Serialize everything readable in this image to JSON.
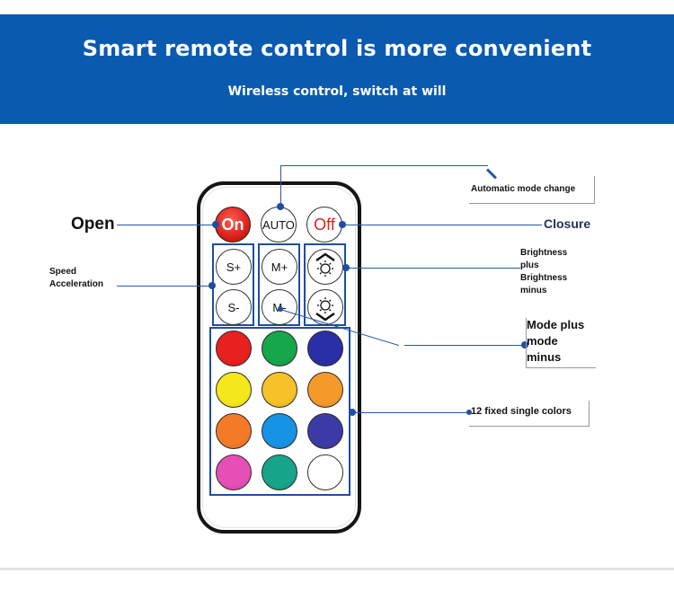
{
  "header": {
    "title": "Smart remote control is more convenient",
    "subtitle": "Wireless control, switch at will",
    "background_color": "#0a5bb0"
  },
  "remote": {
    "top_row": [
      {
        "label": "On",
        "color": "#e22a22"
      },
      {
        "label": "AUTO",
        "color": "#ffffff"
      },
      {
        "label": "Off",
        "color": "#ffffff"
      }
    ],
    "speed_buttons": [
      "S+",
      "S-"
    ],
    "mode_buttons": [
      "M+",
      "M-"
    ],
    "brightness_buttons": [
      {
        "name": "brightness-up",
        "icon": "sun-up-icon"
      },
      {
        "name": "brightness-down",
        "icon": "sun-down-icon"
      }
    ],
    "color_buttons": [
      "#e8201f",
      "#15a74a",
      "#2a2fa8",
      "#f6e71b",
      "#f7c229",
      "#f59a2a",
      "#f47a28",
      "#1793e6",
      "#3c3ba6",
      "#e54fb6",
      "#16a58a",
      "#ffffff"
    ]
  },
  "annotations": {
    "open": "Open",
    "closure": "Closure",
    "automatic": "Automatic mode change",
    "speed_line1": "Speed",
    "speed_line2": "Acceleration",
    "brightness_line1": "Brightness",
    "brightness_line2": "plus",
    "brightness_line3": "Brightness",
    "brightness_line4": "minus",
    "mode_line1": "Mode plus",
    "mode_line2": "mode",
    "mode_line3": "minus",
    "colors": "12 fixed single colors"
  },
  "accent_color": "#1c4fa1"
}
